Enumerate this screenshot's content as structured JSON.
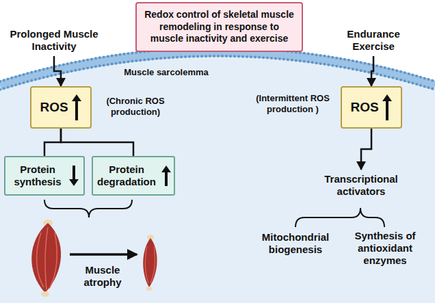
{
  "diagram": {
    "title": "Redox control of skeletal muscle remodeling in response to muscle inactivity and exercise",
    "nodes": [
      {
        "text": [
          "Prolonged Muscle Inactivity"
        ]
      },
      {
        "text": [
          "ROS"
        ]
      },
      {
        "text": [
          "Protein synthesis"
        ]
      },
      {
        "text": [
          "Protein degradation"
        ]
      },
      {
        "text": [
          "Endurance Exercise"
        ]
      },
      {
        "text": [
          "ROS"
        ]
      },
      {
        "text": [
          "Transcriptional activators"
        ]
      }
    ],
    "edges": [
      {
        "from": 0,
        "to": 1,
        "arrow": "to"
      },
      {
        "from": 1,
        "to": 2,
        "arrow": "none"
      },
      {
        "from": 1,
        "to": 3,
        "arrow": "none"
      },
      {
        "from": 4,
        "to": 5,
        "arrow": "to"
      },
      {
        "from": 5,
        "to": 6,
        "arrow": "to"
      }
    ],
    "labels": [
      "Muscle sarcolemma",
      "(Chronic ROS production)",
      "(Intermittent ROS production )",
      "Muscle atrophy",
      "Mitochondrial biogenesis",
      "Synthesis of antioxidant enzymes"
    ]
  }
}
